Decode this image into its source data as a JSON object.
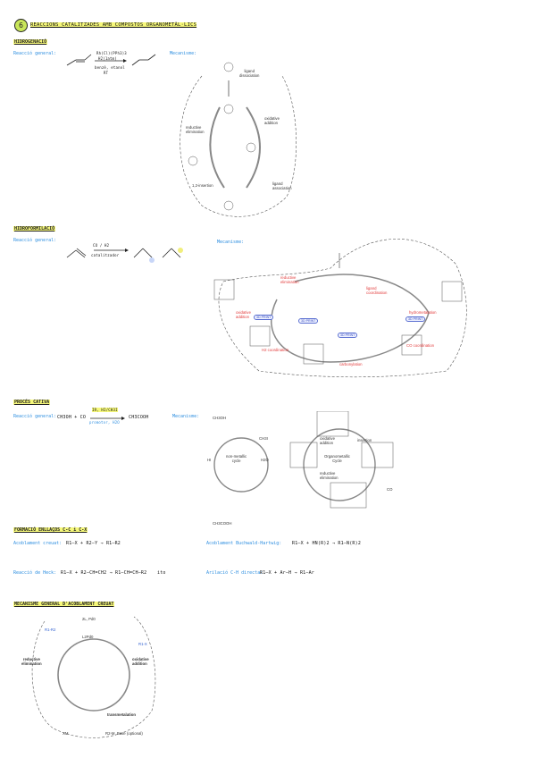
{
  "header": {
    "number": "6",
    "title": "REACCIONS CATALITZADES AMB COMPOSTOS ORGANOMETÀL·LICS"
  },
  "hidro": {
    "heading": "HIDROGENACIÓ",
    "general": "Reacció general:",
    "mecanisme": "Mecanisme:",
    "cat1": "Rh(Cl)(PPh3)3",
    "cat2": "H2(1atm)",
    "cond": "benzè, etanol",
    "rt": "RT",
    "labels": {
      "ligand_diss": "ligand\ndissociation",
      "oxidative": "oxidative\naddition",
      "reductive": "reductive\nelimination",
      "ligand_assoc": "ligand\nassociation",
      "insertion": "1,2-insertion"
    }
  },
  "hidroform": {
    "heading": "HIDROFORMILACIÓ",
    "general": "Reacció general:",
    "mecanisme": "Mecanisme:",
    "cond1": "CO / H2",
    "cond2": "catalitzador",
    "labels": {
      "red_elim": "reductive\nelimination",
      "ligand_coord": "ligand\ncoordination",
      "hydrometal": "hydrometalation",
      "ox_add": "oxidative\naddition",
      "co_coord": "CO coordination",
      "h2_coord": "H2 coordination",
      "carbonyl": "carbonylation"
    },
    "pill": "3D PRINT"
  },
  "cativa": {
    "heading": "PROCÉS CATIVA",
    "general": "Reacció general:",
    "mecanisme": "Mecanisme:",
    "reactant": "CH3OH + CO",
    "cat": "IR, HI/CH3I",
    "cond": "promotor, H2O",
    "product": "CH3COOH",
    "labels": {
      "ch3oh": "CH3OH",
      "ch3i": "CH3I",
      "hi": "HI",
      "h2o": "H2O",
      "nonmetal": "non-metallic\ncycle",
      "organo": "Organometallic\nCycle",
      "oxadd": "oxidative\naddition",
      "insertion": "insertion",
      "redelim": "reductive\nelimination",
      "co": "CO",
      "acetic": "CH3COOH"
    }
  },
  "cc": {
    "heading": "FORMACIÓ ENLLAÇOS C-C i C-X",
    "acob": "Acoblament creuat:",
    "buchwald": "Acoblament Buchwald-Hartwig:",
    "heck": "Reacció de Heck:",
    "arilacio": "Arilació C-H directa:",
    "eq1": "R1–X + R2–Y → R1–R2",
    "eq2": "R1–X + HN(R)2 → R1–N(R)2",
    "eq3": "R1–X + R2–CH=CH2 → R1–CH=CH–R2",
    "eq4": "R1–X + Ar–H → R1–Ar",
    "ito": "ito"
  },
  "generic": {
    "heading": "MECANISME GENERAL D'ACOBLAMENT CREUAT",
    "top": "2L, Pd0",
    "center": "L2Pd0",
    "rx": "R1-X",
    "rr": "R1-R2",
    "red": "reductive\nelimination",
    "ox": "oxidative\naddition",
    "trans": "transmetalation",
    "xm": "XM",
    "base": "R2-M, Base (optional)"
  }
}
